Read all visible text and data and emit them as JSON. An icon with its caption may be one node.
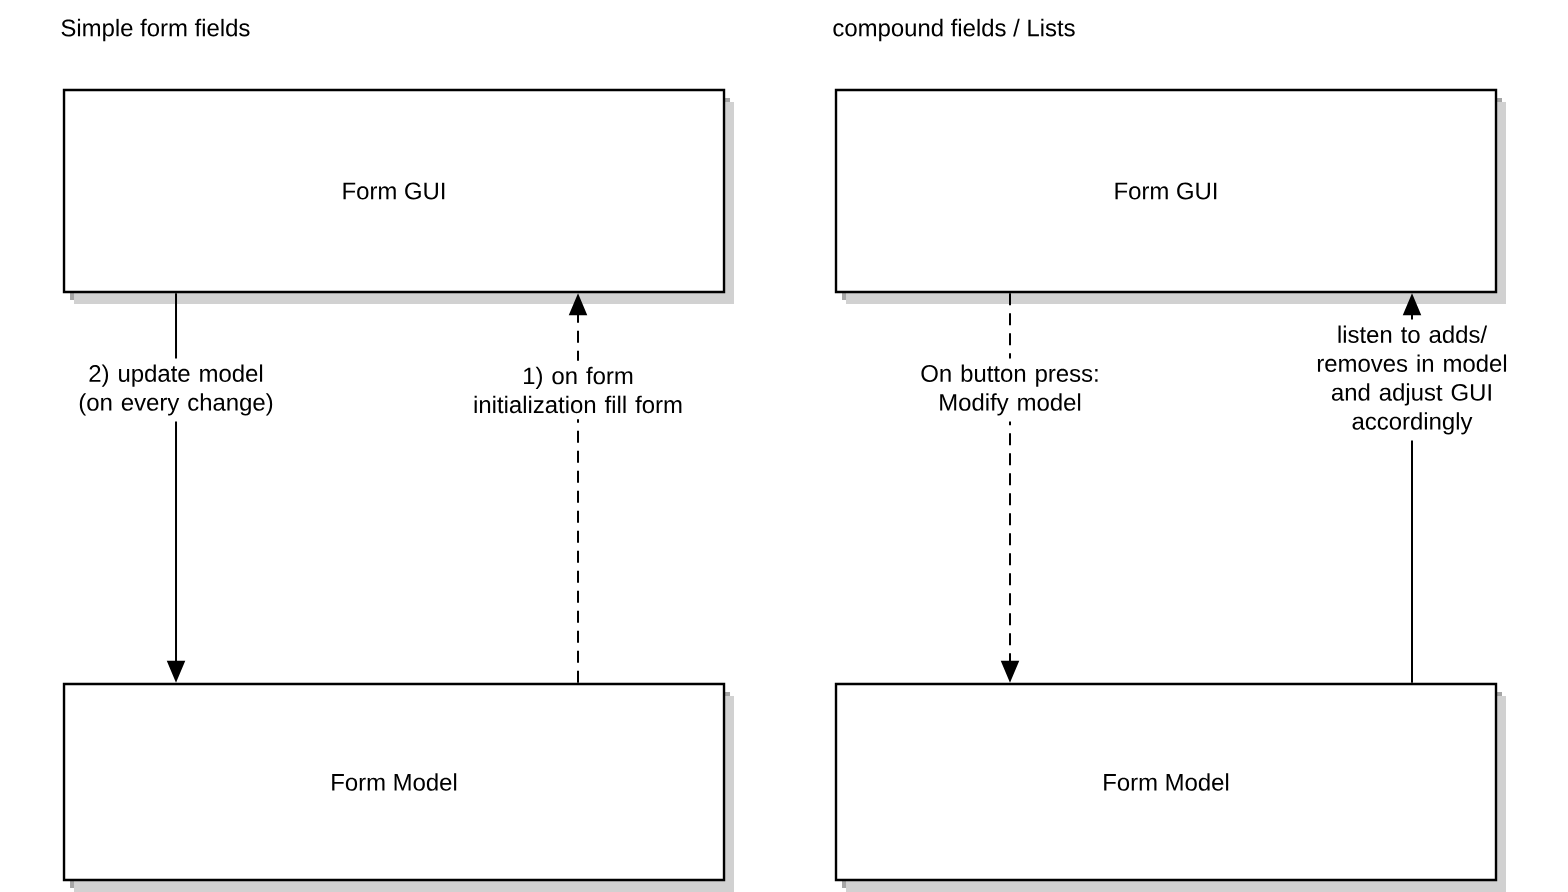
{
  "diagram": {
    "nodes": [
      {
        "text": [
          "Form GUI"
        ]
      },
      {
        "text": [
          "Form Model"
        ]
      },
      {
        "text": [
          "Form GUI"
        ]
      },
      {
        "text": [
          "Form Model"
        ]
      }
    ],
    "edges": [
      {
        "from": 0,
        "to": 1,
        "arrow": "to",
        "label": "2) update model (on every change)"
      },
      {
        "from": 1,
        "to": 0,
        "arrow": "to",
        "style": "dashed",
        "label": "1) on form initialization fill form"
      },
      {
        "from": 2,
        "to": 3,
        "arrow": "to",
        "style": "dashed",
        "label": "On button press: Modify model"
      },
      {
        "from": 3,
        "to": 2,
        "arrow": "to",
        "label": "listen to adds/ removes in model and adjust GUI accordingly"
      }
    ],
    "labels": [
      "Simple form fields",
      "compound fields / Lists"
    ]
  }
}
